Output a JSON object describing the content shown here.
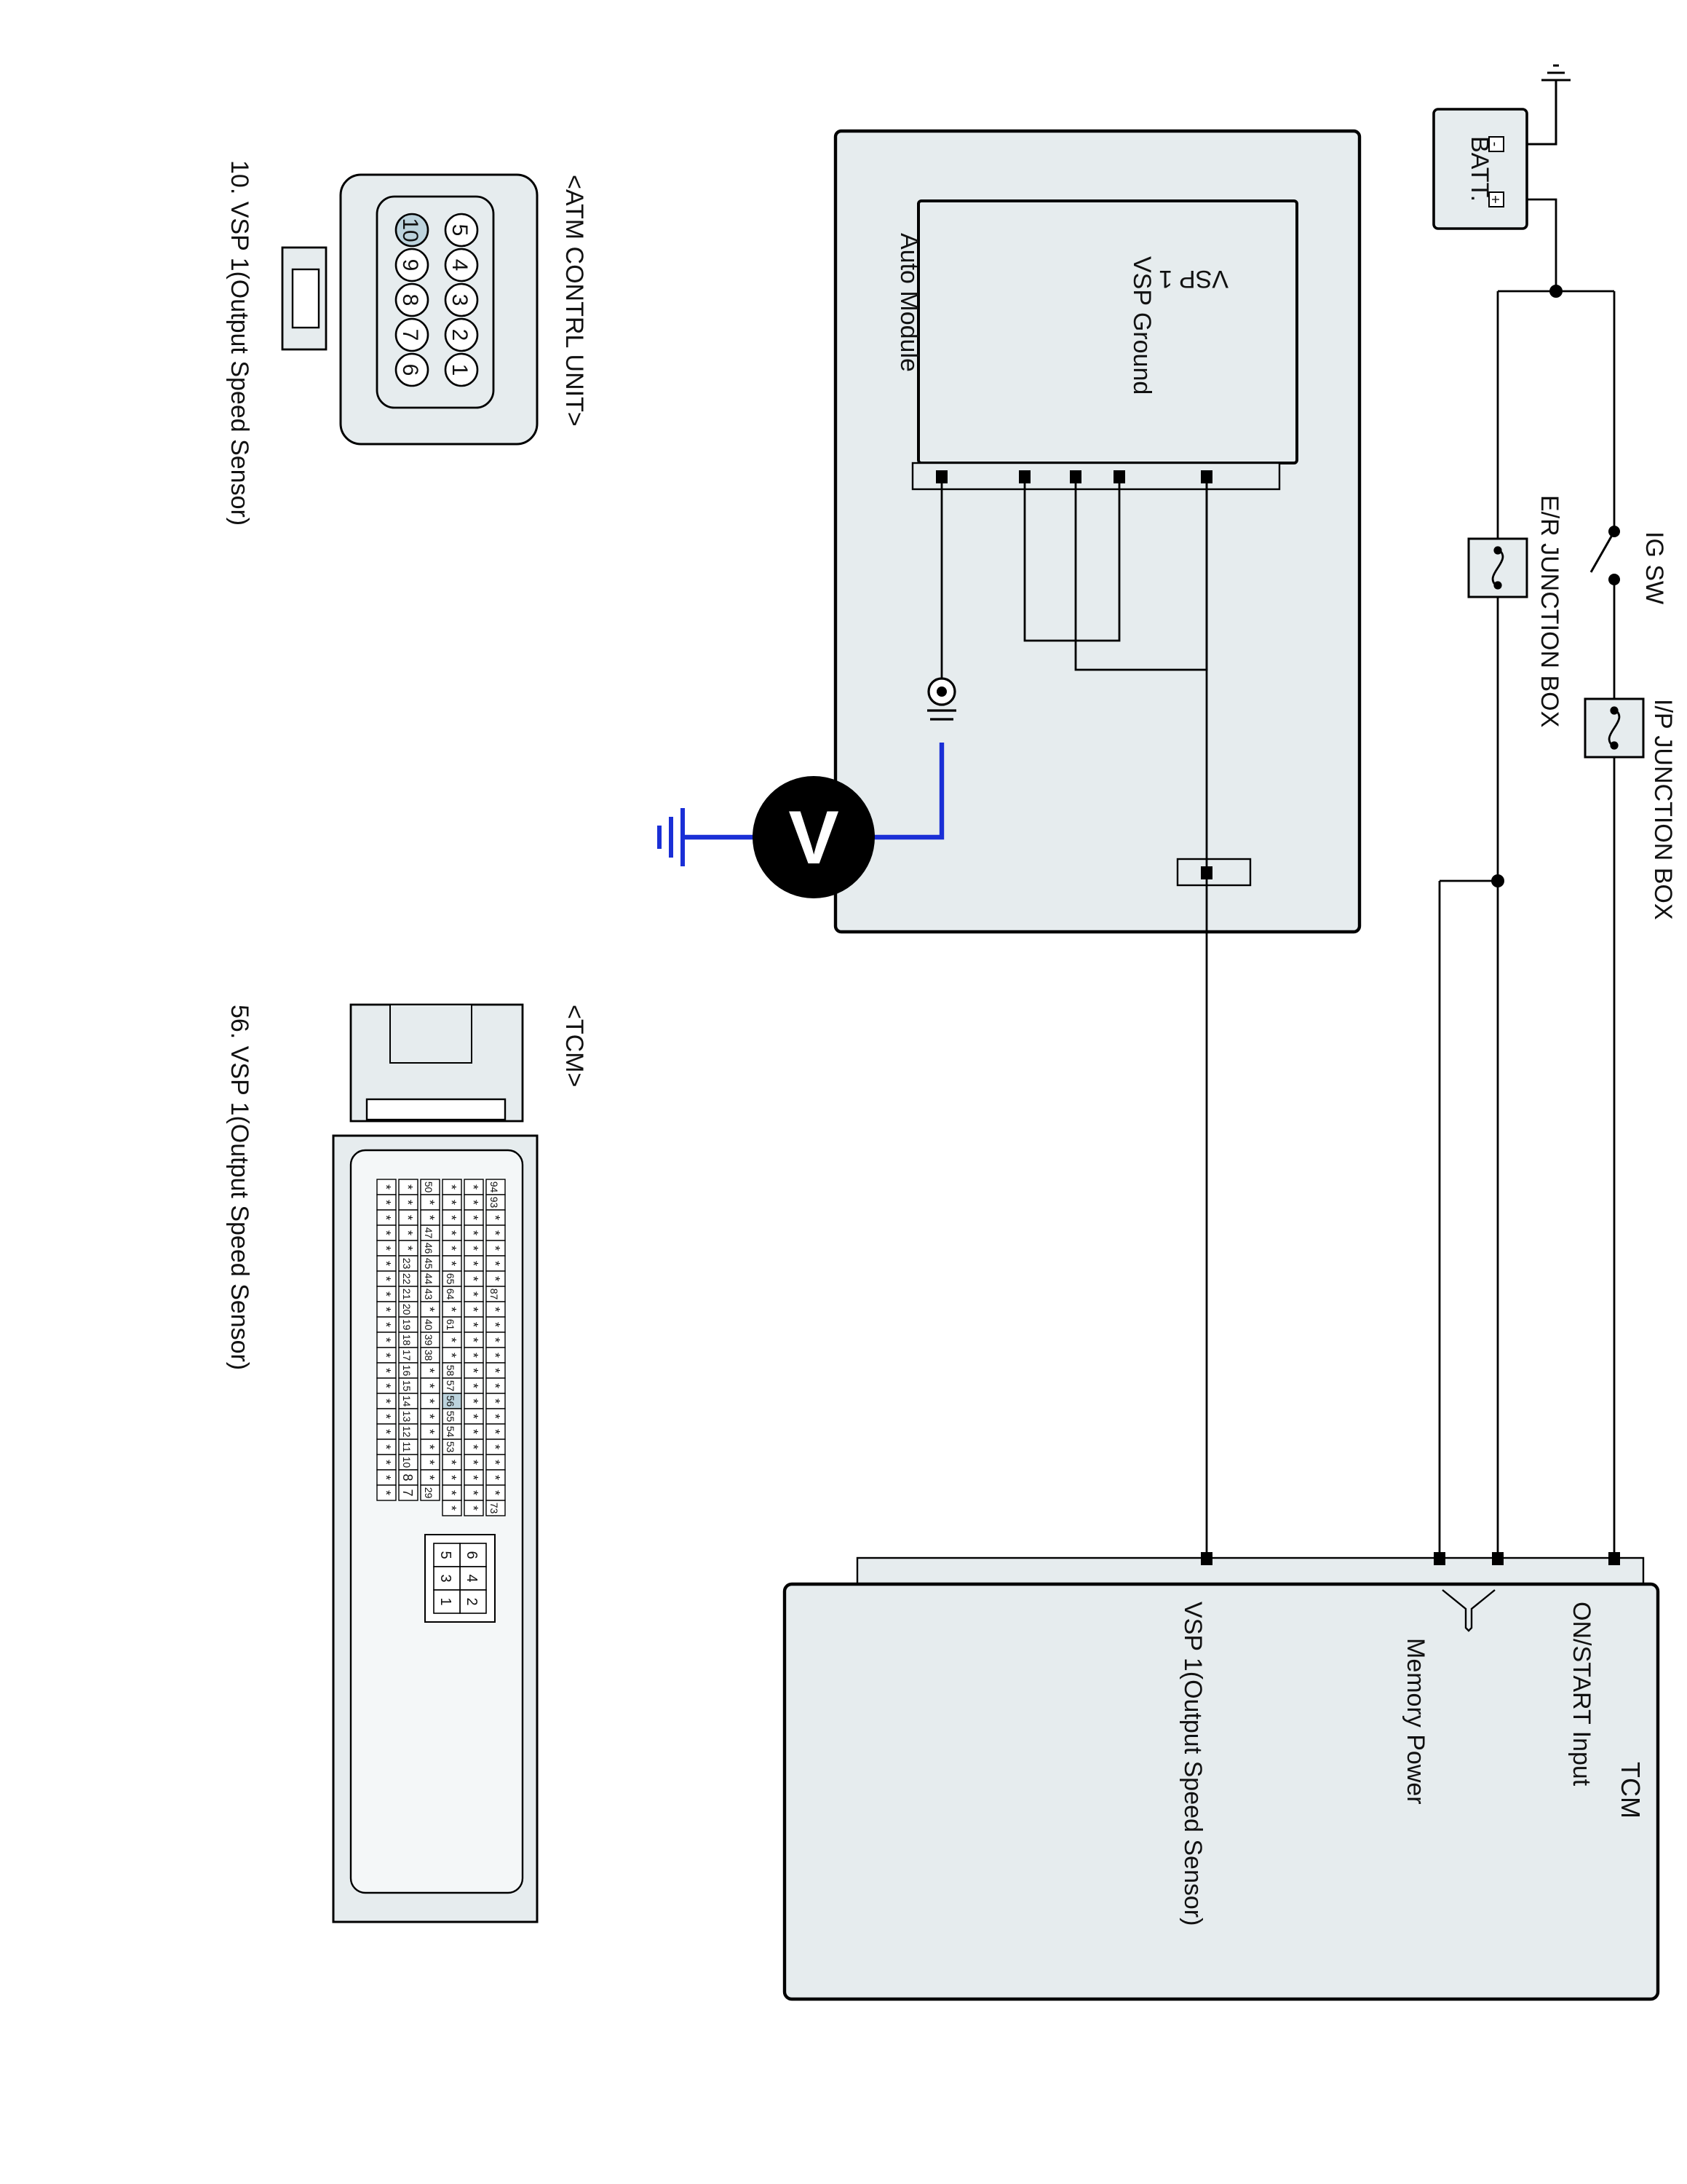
{
  "wiring": {
    "battery": "BATT.",
    "battery_plus": "+",
    "battery_minus": "-",
    "ig_switch": "IG SW",
    "er_junction_box": "E/R JUNCTION BOX",
    "ip_junction_box": "I/P JUNCTION BOX",
    "auto_module_title": "Auto Module",
    "auto_module_vsp1": "VSP 1",
    "auto_module_vsp_ground": "VSP Ground",
    "meter_symbol": "V",
    "tcm_title": "TCM",
    "tcm_on_start": "ON/START Input",
    "tcm_memory_power": "Memory Power",
    "tcm_vsp1": "VSP 1(Output Speed Sensor)"
  },
  "atm_connector": {
    "title": "<ATM CONTRL UNIT>",
    "pins_top": [
      "5",
      "4",
      "3",
      "2",
      "1"
    ],
    "pins_bottom": [
      "10",
      "9",
      "8",
      "7",
      "6"
    ],
    "highlight_pin": "10",
    "caption": "10. VSP 1(Output Speed Sensor)"
  },
  "tcm_connector": {
    "title": "<TCM>",
    "grid_rows": [
      [
        "94",
        "93",
        "*",
        "*",
        "*",
        "*",
        "*",
        "87",
        "*",
        "*",
        "*",
        "*",
        "*",
        "*",
        "*",
        "*",
        "*",
        "*",
        "*",
        "*",
        "*",
        "73"
      ],
      [
        "*",
        "*",
        "*",
        "*",
        "*",
        "*",
        "*",
        "*",
        "*",
        "*",
        "*",
        "*",
        "*",
        "*",
        "*",
        "*",
        "*",
        "*",
        "*",
        "*",
        "*",
        "*"
      ],
      [
        "*",
        "*",
        "*",
        "*",
        "*",
        "*",
        "65",
        "64",
        "*",
        "61",
        "*",
        "*",
        "58",
        "57",
        "56",
        "55",
        "54",
        "53",
        "*",
        "*",
        "*",
        "*"
      ],
      [
        "50",
        "*",
        "*",
        "47",
        "46",
        "45",
        "44",
        "43",
        "*",
        "40",
        "39",
        "38",
        "*",
        "*",
        "*",
        "*",
        "*",
        "*",
        "*",
        "*",
        "29",
        ""
      ],
      [
        "*",
        "*",
        "*",
        "*",
        "*",
        "23",
        "22",
        "21",
        "20",
        "19",
        "18",
        "17",
        "16",
        "15",
        "14",
        "13",
        "12",
        "11",
        "10",
        "8",
        "7",
        ""
      ],
      [
        "*",
        "*",
        "*",
        "*",
        "*",
        "*",
        "*",
        "*",
        "*",
        "*",
        "*",
        "*",
        "*",
        "*",
        "*",
        "*",
        "*",
        "*",
        "*",
        "*",
        "*",
        ""
      ]
    ],
    "small_block": [
      [
        "6",
        "5"
      ],
      [
        "4",
        "3"
      ],
      [
        "2",
        "1"
      ]
    ],
    "highlight_pin": "56",
    "caption": "56. VSP 1(Output Speed Sensor)"
  },
  "colors": {
    "module_fill": "#e6ecee",
    "highlight_pin": "#bcd3dd",
    "meter_wire": "#1a2fd6",
    "line": "#000000"
  }
}
